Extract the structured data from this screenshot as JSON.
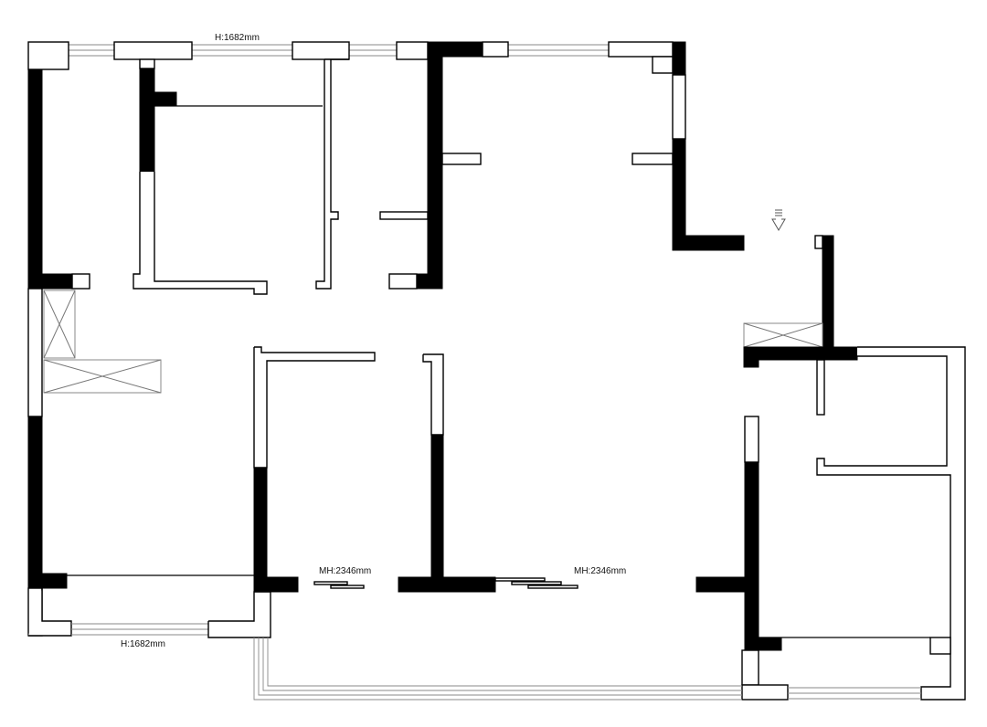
{
  "plan": {
    "labels": {
      "top_window_height": "H:1682mm",
      "bottom_window_height": "H:1682mm",
      "left_door_height": "MH:2346mm",
      "center_door_height": "MH:2346mm"
    },
    "icons": {
      "entrance": "down-arrow-icon"
    },
    "colors": {
      "wall_fill": "#000000",
      "wall_outline": "#000000",
      "window_line": "#888888",
      "background": "#ffffff"
    }
  }
}
